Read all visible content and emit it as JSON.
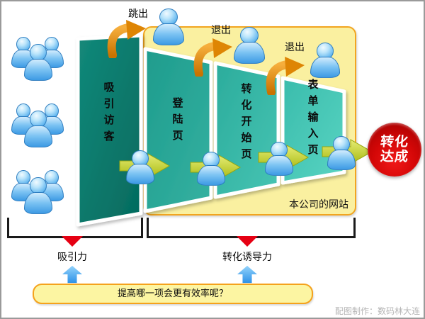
{
  "diagram": {
    "top_flow": {
      "bounce_label": "跳出",
      "exit_labels": [
        "退出",
        "退出"
      ]
    },
    "funnel": {
      "stages": [
        {
          "label": "吸引访客"
        },
        {
          "label": "登陆页"
        },
        {
          "label": "转化开始页"
        },
        {
          "label": "表单输入页"
        }
      ],
      "website_label": "本公司的网站",
      "result_badge": {
        "line1": "转化",
        "line2": "达成"
      }
    },
    "forces": {
      "attraction": "吸引力",
      "conversion": "转化诱导力"
    },
    "question": "提高哪一项会更有效率呢？",
    "credit": "配图制作：数码林大连"
  },
  "colors": {
    "stage1_teal_dark": "#0E8170",
    "stage_teal_light": "#3FC3B2",
    "website_box_fill": "#FAF0A0",
    "website_box_border": "#F2A51F",
    "bounce_arrow_orange": "#DE8504",
    "flow_arrow_yellow_green": "#BFCC2A",
    "person_blue": "#55AEF0",
    "badge_red": "#CC0000",
    "pointer_red": "#E60013",
    "up_arrow_blue": "#59ACF2",
    "bracket_black": "#1A1A1A"
  }
}
